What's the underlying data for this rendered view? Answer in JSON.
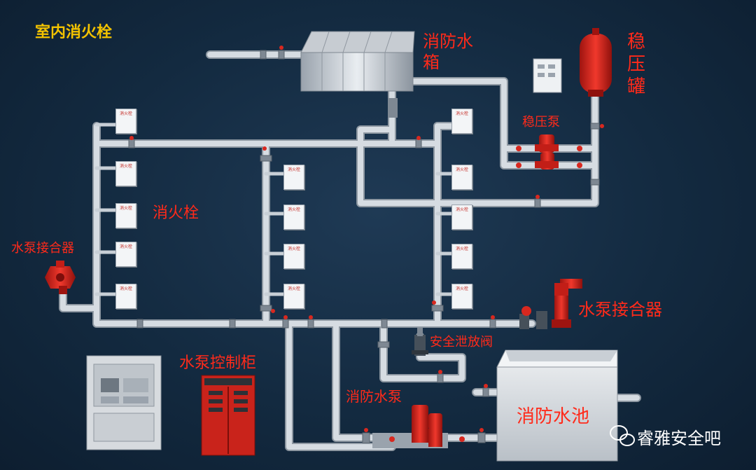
{
  "diagram": {
    "title": "室内消火栓",
    "labels": {
      "tank": "消防水箱",
      "pressure_tank": "稳压罐",
      "booster_pump": "稳压泵",
      "hydrant": "消火栓",
      "connector_left": "水泵接合器",
      "connector_right": "水泵接合器",
      "relief_valve": "安全泄放阀",
      "control_cabinet": "水泵控制柜",
      "fire_pump": "消防水泵",
      "pool": "消防水池"
    },
    "hydrant_box_text": "消火栓",
    "watermark": "睿雅安全吧"
  },
  "colors": {
    "background": "#132a40",
    "pipe": "#d6dce2",
    "label_red": "#ff2a1a",
    "title_yellow": "#f2c200",
    "equipment_red": "#d8281f"
  }
}
